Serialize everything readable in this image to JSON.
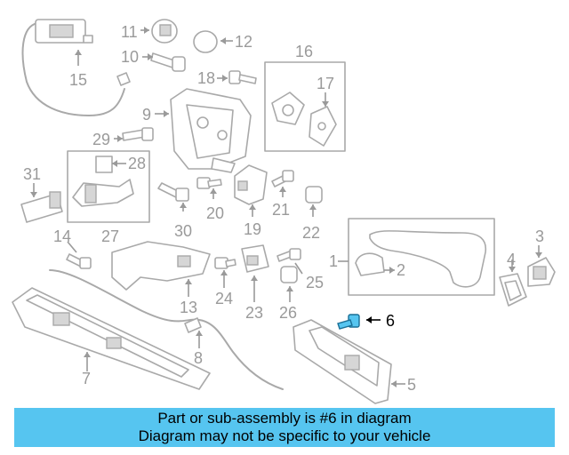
{
  "diagram": {
    "callouts": [
      "1",
      "2",
      "3",
      "4",
      "5",
      "6",
      "7",
      "8",
      "9",
      "10",
      "11",
      "12",
      "13",
      "14",
      "15",
      "16",
      "17",
      "18",
      "19",
      "20",
      "21",
      "22",
      "23",
      "24",
      "25",
      "26",
      "27",
      "28",
      "29",
      "30",
      "31"
    ],
    "highlighted_part": "6",
    "highlight_color": "#56c5f0"
  },
  "banner": {
    "line1": "Part or sub-assembly is #6 in diagram",
    "line2": "Diagram may not be specific to your vehicle",
    "background": "#56c5f0"
  }
}
